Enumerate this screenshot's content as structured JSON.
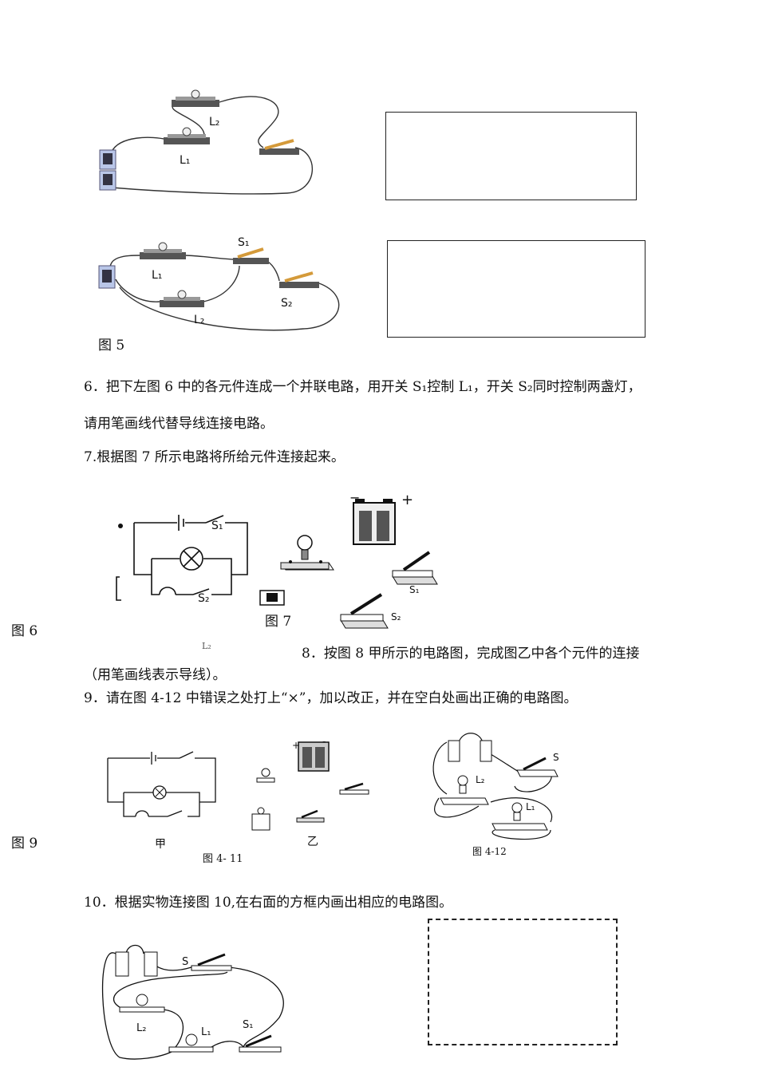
{
  "fig5": {
    "caption": "图 5",
    "top_labels": {
      "l1": "L₁",
      "l2": "L₂"
    },
    "bottom_labels": {
      "l1": "L₁",
      "l2": "L₂",
      "s1": "S₁",
      "s2": "S₂"
    }
  },
  "q6": {
    "line1": "6．把下左图 6 中的各元件连成一个并联电路，用开关 S₁控制 L₁，开关 S₂同时控制两盏灯，",
    "line2": "请用笔画线代替导线连接电路。"
  },
  "q7": {
    "text": "7.根据图 7 所示电路将所给元件连接起来。",
    "fig6_label": "图 6",
    "fig7_label": "图 7",
    "labels": {
      "s1": "S₁",
      "s2": "S₂",
      "s1_device": "S₁",
      "s2_device": "S₂",
      "plus": "+",
      "minus": "−",
      "stray": "L₂"
    }
  },
  "q8": {
    "line1": "8．按图 8 甲所示的电路图，完成图乙中各个元件的连接",
    "line2": "（用笔画线表示导线）。"
  },
  "q9": {
    "text": "9．请在图 4-12 中错误之处打上“×”，加以改正，并在空白处画出正确的电路图。",
    "fig9_label": "图 9",
    "jia": "甲",
    "yi": "乙",
    "fig411": "图 4- 11",
    "fig412": "图 4-12",
    "labels": {
      "s": "S",
      "l1": "L₁",
      "l2": "L₂",
      "plus": "+",
      "minus": "-"
    }
  },
  "q10": {
    "text": "10．根据实物连接图 10,在右面的方框内画出相应的电路图。",
    "labels": {
      "s": "S",
      "l1": "L₁",
      "l2": "L₂",
      "s1": "S₁"
    }
  }
}
